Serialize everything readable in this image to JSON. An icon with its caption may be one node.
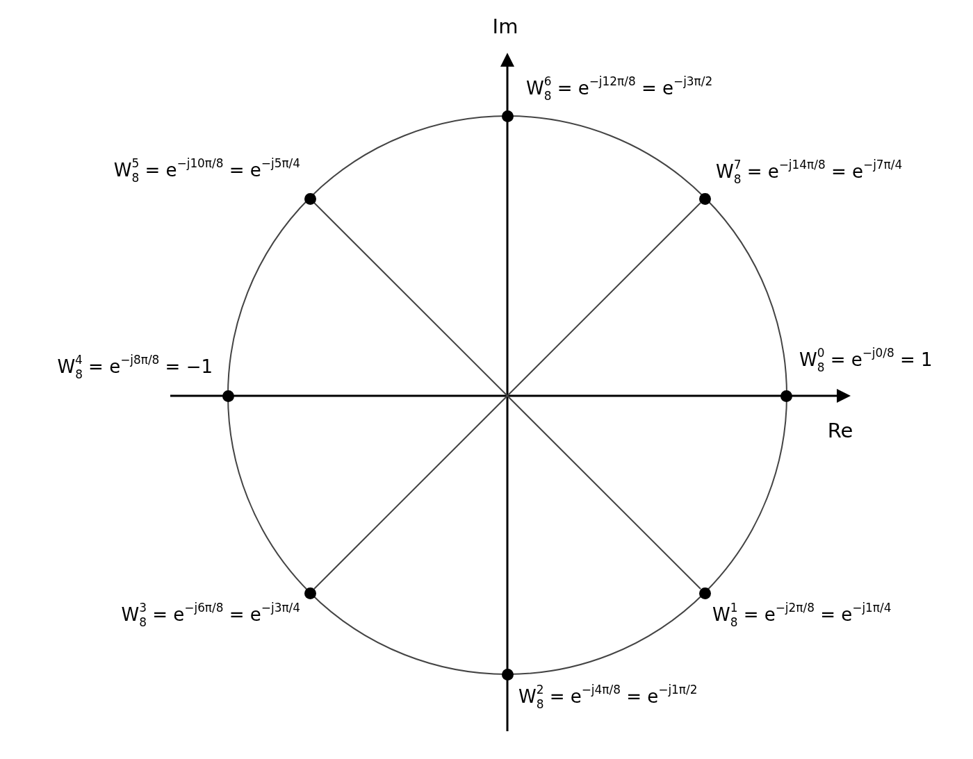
{
  "diagram": {
    "nodes": [
      {
        "text": [],
        "shape": "circle",
        "beside": [
          "W$_{8}$$^{6}$ = e$^{−j12π/8}$ = e$^{−j3π/2}$"
        ]
      },
      {
        "text": [],
        "shape": "circle",
        "beside": [
          "W$_{8}$$^{5}$ = e$^{−j10π/8}$ = e$^{−j5π/4}$"
        ]
      },
      {
        "text": [],
        "shape": "circle",
        "beside": [
          "W$_{8}$$^{7}$ = e$^{−j14π/8}$ = e$^{−j7π/4}$"
        ]
      },
      {
        "text": [],
        "shape": "circle",
        "beside": [
          "W$_{8}$$^{4}$ = e$^{−j8π/8}$ = −1"
        ]
      },
      {
        "text": [],
        "shape": "circle",
        "beside": [
          "W$_{8}$$^{0}$ = e$^{−j0/8}$ = 1"
        ]
      },
      {
        "text": [],
        "shape": "circle",
        "beside": [
          "W$_{8}$$^{3}$ = e$^{−j6π/8}$ = e$^{−j3π/4}$"
        ]
      },
      {
        "text": [],
        "shape": "circle",
        "beside": [
          "W$_{8}$$^{1}$ = e$^{−j2π/8}$ = e$^{−j1π/4}$"
        ]
      },
      {
        "text": [],
        "shape": "circle",
        "beside": [
          "W$_{8}$$^{2}$ = e$^{−j4π/8}$ = e$^{−j1π/2}$"
        ]
      }
    ],
    "edges": [
      {
        "from": 1,
        "to": 6,
        "arrow": "none"
      },
      {
        "from": 2,
        "to": 5,
        "arrow": "none"
      }
    ],
    "labels": [
      "Im",
      "Re"
    ]
  }
}
